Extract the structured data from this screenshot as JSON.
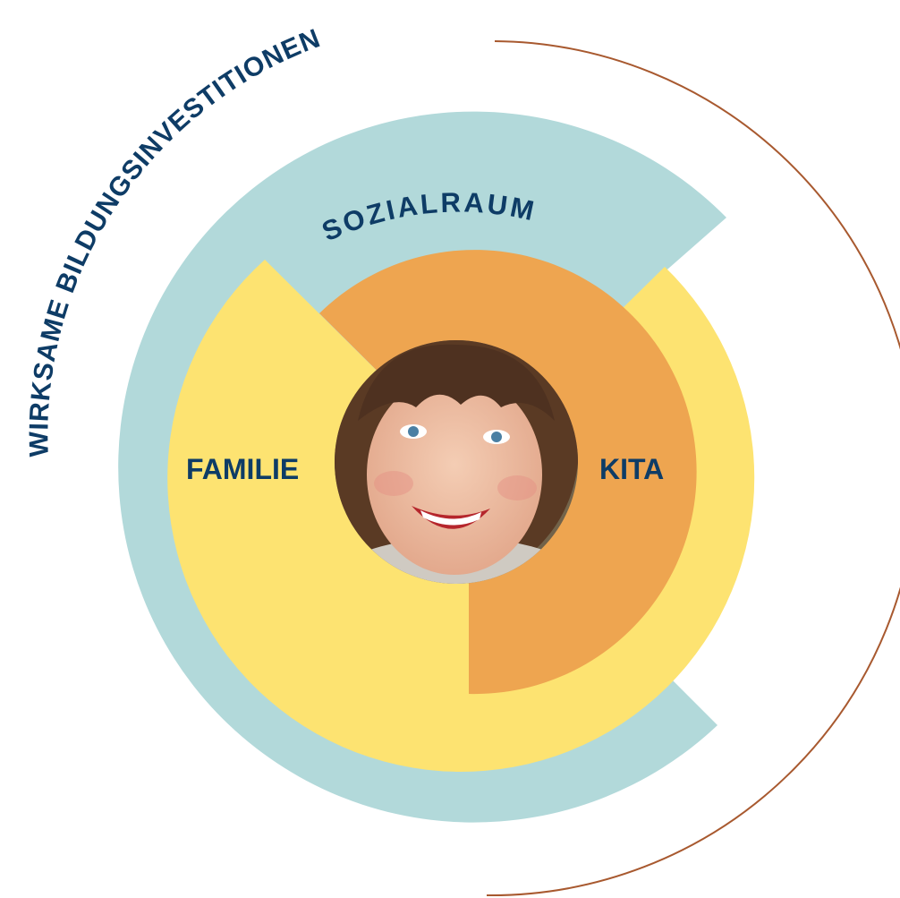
{
  "diagram": {
    "outer_label": "WIRKSAME BILDUNGSINVESTITIONEN",
    "rings": [
      {
        "label": "SOZIALRAUM",
        "color": "#b2d9da"
      },
      {
        "label": "FAMILIE",
        "color": "#fde371"
      },
      {
        "label": "KITA",
        "color": "#eea550"
      }
    ],
    "text_color": "#0e3c66",
    "arc_color": "#a8592f",
    "photo_alt": "smiling child"
  }
}
